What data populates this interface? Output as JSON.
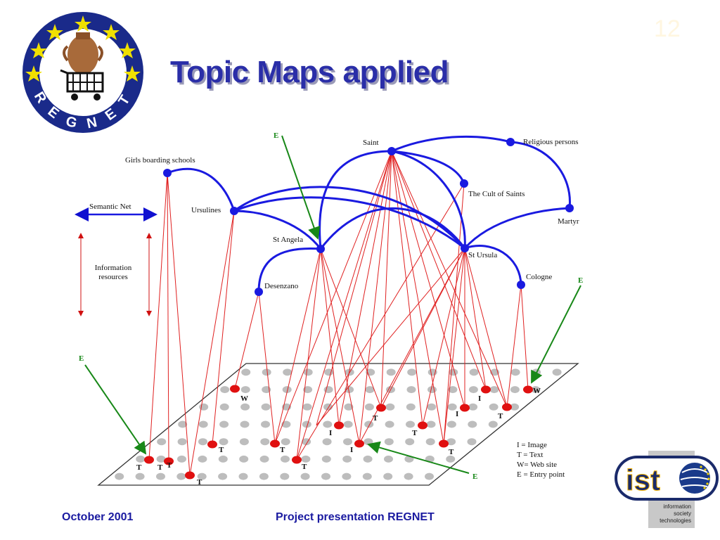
{
  "slide": {
    "number": "12",
    "title": "Topic Maps applied",
    "footer_date": "October 2001",
    "footer_project": "Project presentation REGNET"
  },
  "logo": {
    "letters": [
      "R",
      "E",
      "G",
      "N",
      "E",
      "T"
    ]
  },
  "ist_logo": {
    "mark": "ist",
    "caption_lines": [
      "information",
      "society",
      "technologies"
    ]
  },
  "topics": {
    "saint": "Saint",
    "religious_persons": "Religious persons",
    "girls_boarding_schools": "Girls boarding schools",
    "cult_of_saints": "The Cult of Saints",
    "ursulines": "Ursulines",
    "martyr": "Martyr",
    "st_angela": "St Angela",
    "st_ursula": "St Ursula",
    "cologne": "Cologne",
    "desenzano": "Desenzano"
  },
  "side_labels": {
    "semantic_net": "Semantic Net",
    "information_resources_line1": "Information",
    "information_resources_line2": "resources"
  },
  "markers": {
    "entry": "E",
    "text": "T",
    "image": "I",
    "website": "W"
  },
  "legend": {
    "image": "I  = Image",
    "text": "T = Text",
    "website": "W= Web site",
    "entry": "E = Entry point"
  }
}
